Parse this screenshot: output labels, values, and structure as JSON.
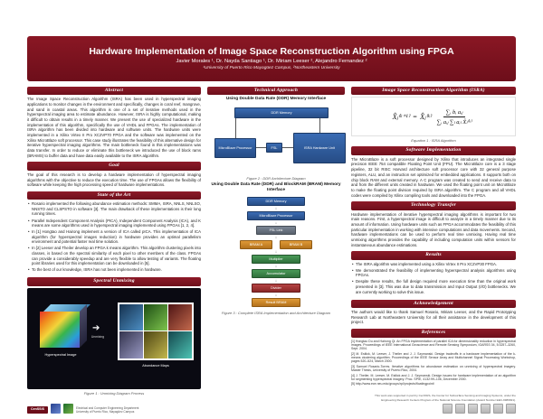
{
  "colors": {
    "maroon": "#7a1220",
    "diagram_blue": "#2e5fa3"
  },
  "header": {
    "title": "Hardware Implementation of Image Space Reconstruction Algorithm using FPGA",
    "authors": "Javier Morales ¹, Dr. Nayda Santiago ¹, Dr. Miriam Leeser ², Alejandro Fernandez ²",
    "affiliation": "¹University of Puerto Rico Mayagüez Campus, ²Northeastern University"
  },
  "left": {
    "abstract": {
      "heading": "Abstract",
      "body": "The Image Space Reconstruction Algorithm (ISRA) has been used in hyperspectral imaging applications to monitor changes in the environment and specifically, changes in coral reef, mangrove, and sand in coastal areas. This algorithm is one of a set of iterative methods used in the hyperspectral imaging area to estimate abundance. However, ISRA is highly computational, making it difficult to obtain results in a timely manner. We present the use of specialized hardware in the implementation of this algorithm, specifically the use of VHDL and FPGAs. The implementation of ISRA algorithm has been divided into hardware and software units. The hardware units were implemented in a Xilinx Virtex II Pro XC2VP70 FPGA and the software was implemented on the Xilinx MicroBlaze soft processor. This case study illustrates the feasibility of this alternative design for iterative hyperspectral imaging algorithms. The main bottleneck found in this implementations was data transfer. In order to reduce or eliminate this bottleneck we introduced the use of block rams (BRAMS) to buffer data and have data easily available to the ISRA algorithm."
    },
    "goal": {
      "heading": "Goal",
      "body": "The goal of this research is to develop a hardware implementation of hyperspectral imaging algorithms with the objective to reduce the execution time. The use of FPGAs allows the flexibility of software while keeping the high processing speed of hardware implementations."
    },
    "state_of_the_art": {
      "heading": "State of the Art",
      "bullets": [
        "Rosario implemented the following abundance estimation methods: SMMA, ISRA, NNLS, NNLSO, NNSTO and CLSPSTO in software [3]. The main drawback of these implementations is their long running times.",
        "Parallel Independent Component Analysis (PICA), Independent Component Analysis (ICA), and K means are some algorithms used in hyperspectral imaging implemented using FPGAs [1, 2, 4].",
        "In [1] Hongtao and Hairong implement a version of ICA called pICA. This implementation of ICA algorithm (for hyperspectral images reduction) in hardware provides an optimal parallelism environment and potential faster real time solution.",
        "In [2] Leeser and Theiler develop an FPGA k means algorithm. This algorithm clustering pixels into classes, is based on the spectral similarity of each pixel to other members of the class. FPGAs can provide a considerably speedup and are very flexible to allow testing of variants. The floating point libraries used for this implementation can be downloaded in [5].",
        "To the best of our knowledge, ISRA has not been implemented in hardware."
      ]
    },
    "spectral_unmixing": {
      "heading": "Spectral Unmixing",
      "cube_label": "Hyperspectral Image",
      "arrow_label": "Unmixing",
      "maps_label": "Abundance Maps",
      "caption": "Figure 1 : Unmixing Diagram Process"
    }
  },
  "middle": {
    "heading": "Technical Approach",
    "ddr": {
      "subheading": "Using Double Data Rate (DDR) Memory Interface",
      "boxes": {
        "ddr": "DDR Memory",
        "microblaze": "MicroBlaze Processor",
        "fsl": "FSL",
        "isra": "ISRA Hardware Unit"
      },
      "caption": "Figure 2 : DDR Architecture Diagram"
    },
    "bram": {
      "subheading": "Using Double Data Rate (DDR) and BlockRAM (BRAM) Memory Interface",
      "flow": [
        "DDR Memory",
        "MicroBlaze Processor",
        "FSL Link",
        "BRAM A",
        "BRAM B",
        "Multiplier",
        "Accumulator",
        "Divider",
        "Result BRAM"
      ],
      "caption": "Figure 3 : Complete ISRA Implementation and Architecture Diagram"
    }
  },
  "right": {
    "isra": {
      "heading": "Image Space Reconstruction Algorithm (ISRA)",
      "equation": {
        "lhs": "X̂ⱼ⁽ᵏ⁺¹⁾",
        "equals": "=",
        "factor": "X̂ⱼ⁽ᵏ⁾",
        "numerator": "∑ᵢ bᵢ aᵢⱼ",
        "denominator": "∑ᵢ aᵢⱼ ∑ₗ aᵢₗ X̂ₗ⁽ᵏ⁾"
      },
      "caption": "Equation 1 : ISRA Algorithm"
    },
    "software": {
      "heading": "Software Implementation",
      "body": "The MicroBlaze is a soft processor designed by Xilinx that introduces an integrated single precision IEEE 754 compatible Floating Point Unit (FPU). The MicroBlaze core is a 3 stage pipeline, 32 bit RISC Harvard architecture soft processor core with 32 general purpose registers, ALU, and an instruction set optimized for embedded applications. It supports both on chip block RAM and external memory. A C program was created to send and receive data to and from the different units created in hardware. We used the floating point unit on MicroBlaze to make the floating point division required by ISRA algorithm. The C program and all VHDL codes were compiled by Xilinx compiling tools and downloaded into the FPGA."
    },
    "transfer": {
      "heading": "Technology Transfer",
      "body": "Hardware implementation of iterative hyperspectral imaging algorithms is important for two main reasons. First, a hyperspectral image is difficult to analyze in a timely manner due to its amount of information. Using hardware units such as FPGA accommodates the feasibility of this particular implementation in working with intensive computations and data movements. Second, hardware implementations can be used to perform real time unmixing. Having real time unmixing algorithms provides the capability of including computation units within sensors for instantaneous abundance estimations."
    },
    "results": {
      "heading": "Results",
      "bullets": [
        "The ISRA algorithm was implemented using a Xilinx Virtex II Pro XC2VP30 FPGA.",
        "We demonstrated the feasibility of implementing hyperspectral analysis algorithms using FPGAs.",
        "Despite these results, the full design required more execution time than the original work presented in [3]. This was due to data transmission and Input Output (I/O) bottlenecks. We are currently working to solve this issue."
      ]
    },
    "acknowledgement": {
      "heading": "Acknowledgement",
      "body": "The authors would like to thank Samuel Rosario, Miriam Leeser, and the Rapid Prototyping Research Lab at Northeastern University for all their assistance in the development of this project."
    },
    "references": {
      "heading": "References",
      "items": [
        "[1] Hongtao Du and Hairong Qi. An FPGA implementation of parallel ICA for dimensionality reduction in hyperspectral images. Proceedings of IEEE International Geoscience and Remote Sensing Symposium, IGARSS 04, 5:3257–3260, Sept. 2004.",
        "[2] M. Estlick, M. Leeser, J. Theiler and J. J. Szymanski. Design tradeoffs in a hardware implementation of the k-means clustering algorithm. Proceedings of the IEEE Sensor Array and Multichannel Signal Processing Workshop, pages 520–524, March 2000.",
        "[3] Samuel Rosario-Torres. Iterative algorithms for abundance estimation on unmixing of hyperspectral imagery. Master Thesis, University of Puerto Rico, 2004.",
        "[4] J. Theiler, M. Leeser, M. Estlick and J. J. Szymanski. Design issues for hardware implementation of an algorithm for segmenting hyperspectral imagery. Proc. SPIE, 4132:99–106, December 2000.",
        "[5] http://www.ece.neu.edu/groups/rpl/projects/floatingpoint/"
      ]
    }
  },
  "footer": {
    "brand": "CenSSIS",
    "left_line1": "Electrical and Computer Engineering Department",
    "left_line2": "University of Puerto Rico, Mayagüez Campus",
    "right_line1": "This work was supported in part by CenSSIS, the Center for Subsurface Sensing and Imaging Systems, under the",
    "right_line2": "Engineering Research Centers Program of the National Science Foundation (Award Number EEC-9986821)."
  }
}
